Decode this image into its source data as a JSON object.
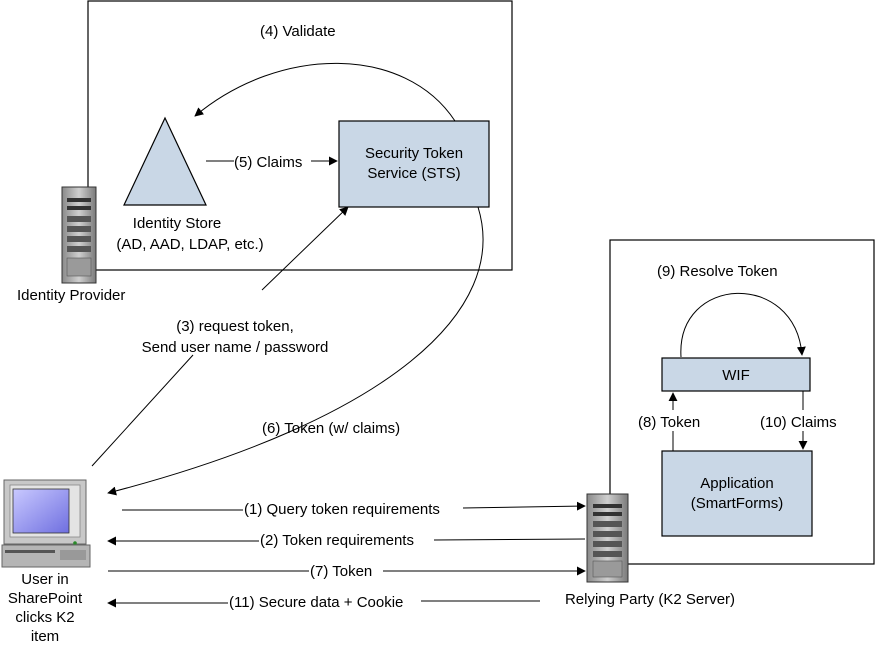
{
  "identity_provider": {
    "label": "Identity Provider"
  },
  "identity_store": {
    "line1": "Identity Store",
    "line2": "(AD, AAD, LDAP, etc.)"
  },
  "sts": {
    "line1": "Security Token",
    "line2": "Service (STS)"
  },
  "relying_party": {
    "label": "Relying Party (K2 Server)"
  },
  "wif": {
    "label": "WIF"
  },
  "application": {
    "line1": "Application",
    "line2": "(SmartForms)"
  },
  "user": {
    "line1": "User in",
    "line2": "SharePoint",
    "line3": "clicks K2",
    "line4": "item"
  },
  "steps": {
    "s1": "(1) Query token requirements",
    "s2": "(2) Token requirements",
    "s3_line1": "(3) request token,",
    "s3_line2": "Send user name / password",
    "s4": "(4) Validate",
    "s5": "(5) Claims",
    "s6": "(6) Token (w/ claims)",
    "s7": "(7) Token",
    "s8": "(8) Token",
    "s9": "(9) Resolve Token",
    "s10": "(10) Claims",
    "s11": "(11) Secure data + Cookie"
  },
  "colors": {
    "box_fill": "#c9d7e6",
    "stroke": "#000000"
  }
}
